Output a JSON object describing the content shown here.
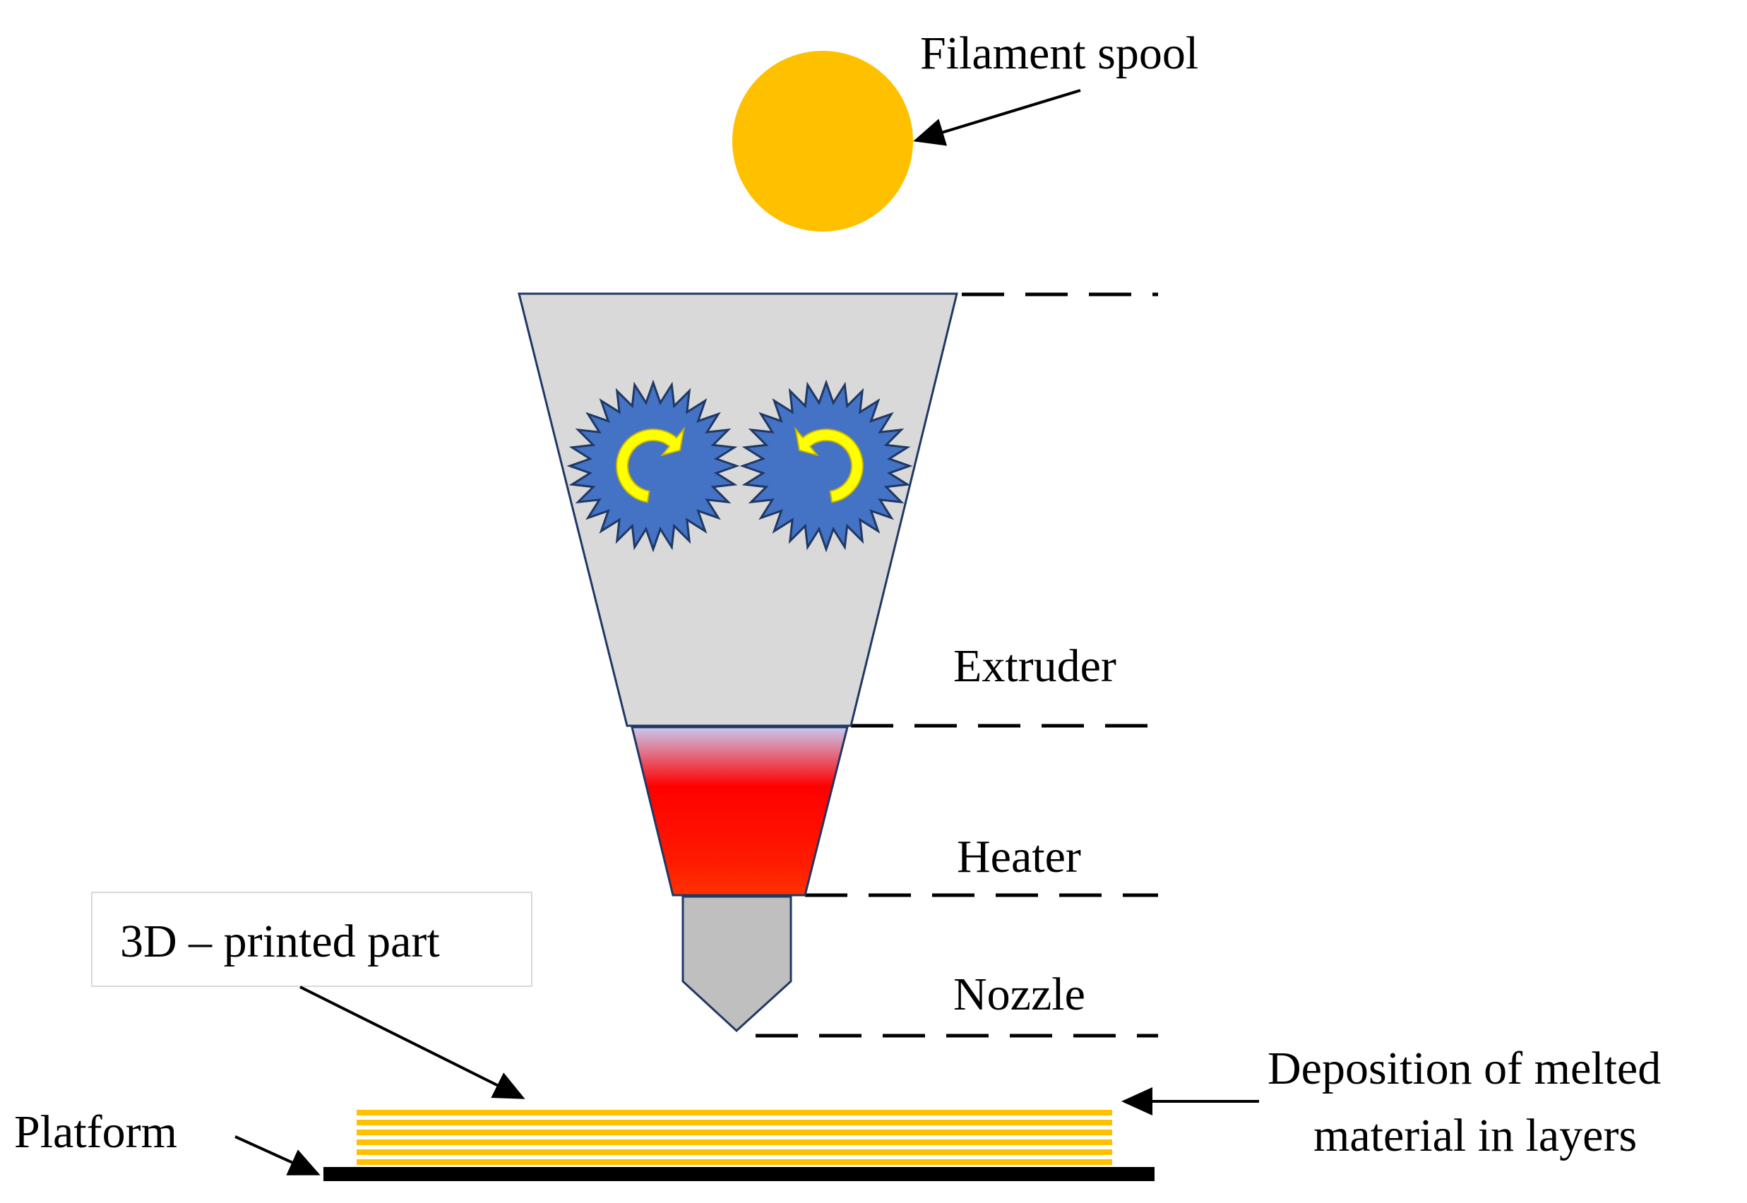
{
  "diagram": {
    "labels": {
      "filament_spool": "Filament spool",
      "extruder": "Extruder",
      "heater": "Heater",
      "nozzle": "Nozzle",
      "printed_part": "3D – printed part",
      "deposition_line1": "Deposition of melted",
      "deposition_line2": "material  in layers",
      "platform": "Platform"
    },
    "colors": {
      "spool": "#FFC000",
      "extruder_body": "#D9D9D9",
      "outline": "#1F3864",
      "gear": "#4472C4",
      "rotation_arrow": "#FFFF00",
      "heater_top": "#C9C9F0",
      "heater_hot": "#FF0000",
      "heater_bottom": "#FF3300",
      "nozzle": "#BFBFBF",
      "layers": "#FFC000",
      "platform": "#000000",
      "dashed_guides": "#000000"
    },
    "gears": [
      {
        "name": "left-gear",
        "rotation": "clockwise"
      },
      {
        "name": "right-gear",
        "rotation": "counterclockwise"
      }
    ],
    "layer_count": 6
  }
}
